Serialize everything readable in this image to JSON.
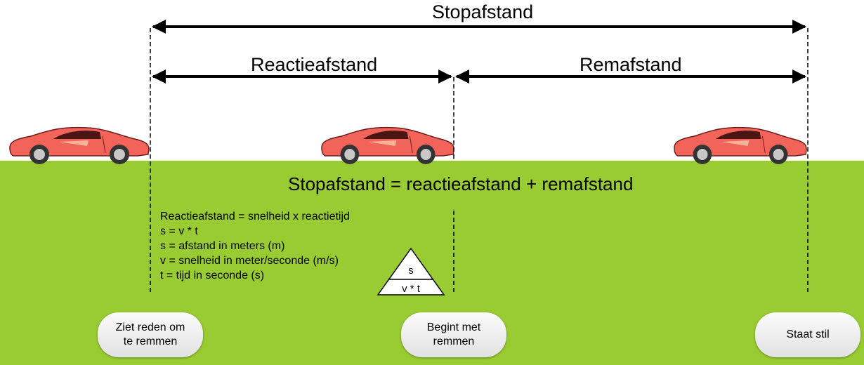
{
  "diagram": {
    "total_label": "Stopafstand",
    "reaction_label": "Reactieafstand",
    "braking_label": "Remafstand",
    "formula": "Stopafstand = reactieafstand + remafstand",
    "notes": [
      "Reactieafstand = snelheid x reactietijd",
      "s = v * t",
      "s = afstand in meters (m)",
      "v = snelheid in meter/seconde (m/s)",
      "t = tijd in seconde (s)"
    ],
    "triangle": {
      "top": "s",
      "bottom": "v * t"
    },
    "milestones": [
      {
        "label": "Ziet reden om\nte remmen"
      },
      {
        "label": "Begint met\nremmen"
      },
      {
        "label": "Staat stil"
      }
    ]
  },
  "colors": {
    "ground": "#99cc33",
    "car_body": "#f2635a",
    "car_outline": "#6e1d1a",
    "arrow": "#000000"
  }
}
